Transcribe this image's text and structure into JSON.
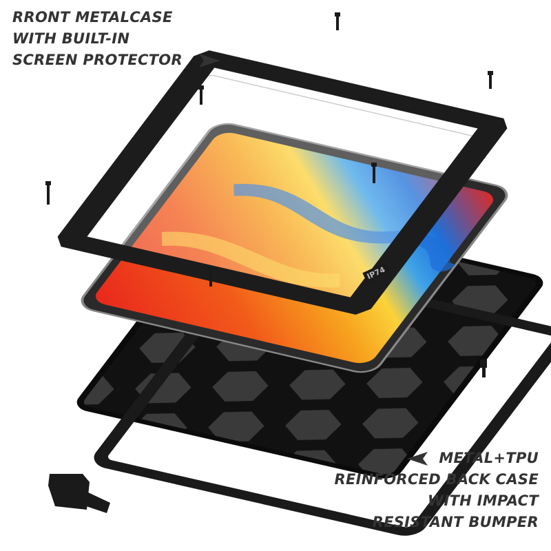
{
  "front_caption": {
    "lines": [
      "RRONT METALCASE",
      "WITH BUILT-IN",
      "SCREEN PROTECTOR"
    ],
    "arrow_icon": "arrow-right-icon"
  },
  "back_caption": {
    "lines": [
      "METAL+TPU",
      "REINFORCED BACK CASE",
      "WITH IMPACT",
      "RESISTANT BUMPER"
    ],
    "arrow_icon": "arrow-left-icon"
  },
  "product_label": "IP74",
  "colors": {
    "text": "#333333",
    "case_metal": "#1c1c1c",
    "screen_red": "#e8261c",
    "screen_orange": "#f7931e",
    "screen_blue": "#1e6fd9"
  }
}
